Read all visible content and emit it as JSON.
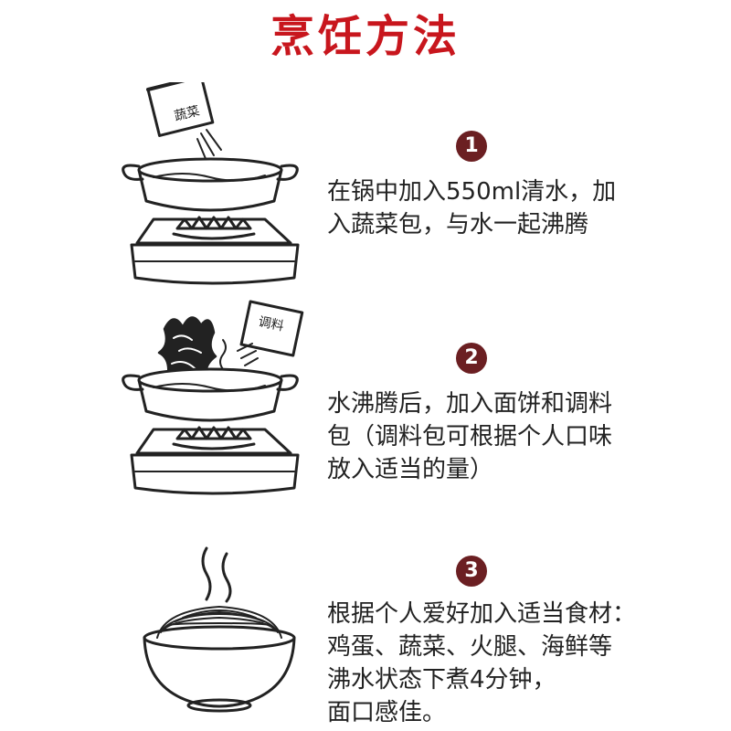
{
  "title": "烹饪方法",
  "colors": {
    "title": "#c8161d",
    "badge": "#6b1f22",
    "line": "#222222"
  },
  "steps": [
    {
      "number": "1",
      "text": "在锅中加入550ml清水，加\n入蔬菜包，与水一起沸腾",
      "packet_label": "蔬菜",
      "illustration": "pot-on-stove-with-vegetable-packet"
    },
    {
      "number": "2",
      "text": "水沸腾后，加入面饼和调料\n包（调料包可根据个人口味\n放入适当的量）",
      "packet_label": "调料",
      "illustration": "pot-on-stove-with-noodles-and-seasoning-packet"
    },
    {
      "number": "3",
      "text": "根据个人爱好加入适当食材：\n鸡蛋、蔬菜、火腿、海鲜等\n沸水状态下煮4分钟，\n面口感佳。",
      "illustration": "steaming-bowl-of-noodles"
    }
  ]
}
